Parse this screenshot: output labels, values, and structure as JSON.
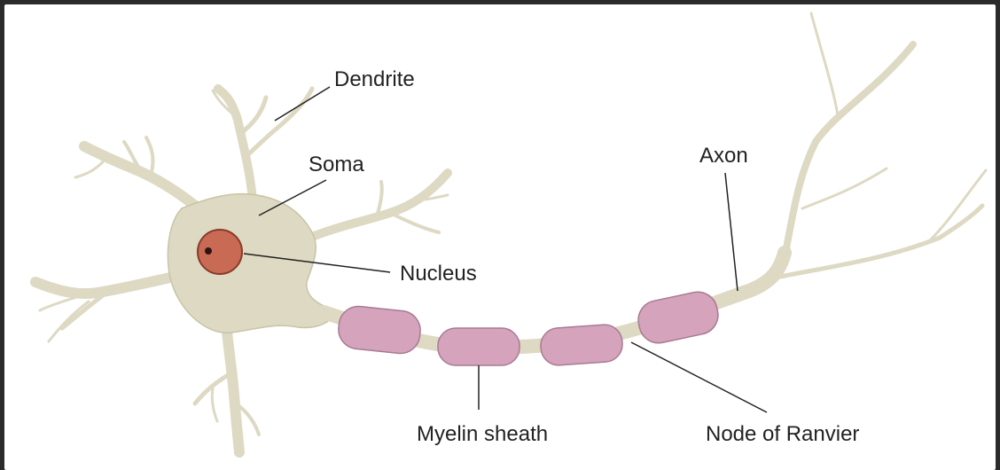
{
  "diagram": {
    "labels": {
      "dendrite": "Dendrite",
      "soma": "Soma",
      "nucleus": "Nucleus",
      "axon": "Axon",
      "myelin_sheath": "Myelin sheath",
      "node_of_ranvier": "Node of Ranvier"
    },
    "colors": {
      "background": "#ffffff",
      "frame": "#2b2b2b",
      "cell_body": "#ddd9c3",
      "cell_outline": "#c9c4a6",
      "myelin": "#d6a3bd",
      "myelin_outline": "#a77b93",
      "nucleus": "#c96a55",
      "nucleus_outline": "#8a3a2a",
      "nucleolus": "#2a1410",
      "leader_line": "#222222"
    }
  }
}
